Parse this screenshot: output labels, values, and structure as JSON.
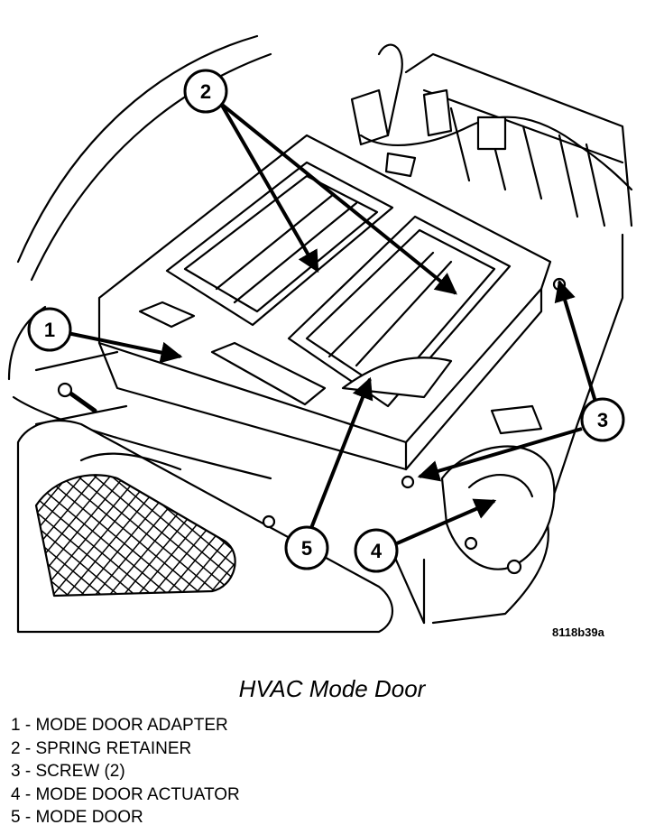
{
  "figure": {
    "code": "8118b39a",
    "callouts": [
      "1",
      "2",
      "3",
      "4",
      "5"
    ]
  },
  "caption": "HVAC Mode Door",
  "legend": [
    {
      "num": "1",
      "label": "MODE DOOR ADAPTER"
    },
    {
      "num": "2",
      "label": "SPRING RETAINER"
    },
    {
      "num": "3",
      "label": "SCREW (2)"
    },
    {
      "num": "4",
      "label": "MODE DOOR ACTUATOR"
    },
    {
      "num": "5",
      "label": "MODE DOOR"
    }
  ]
}
